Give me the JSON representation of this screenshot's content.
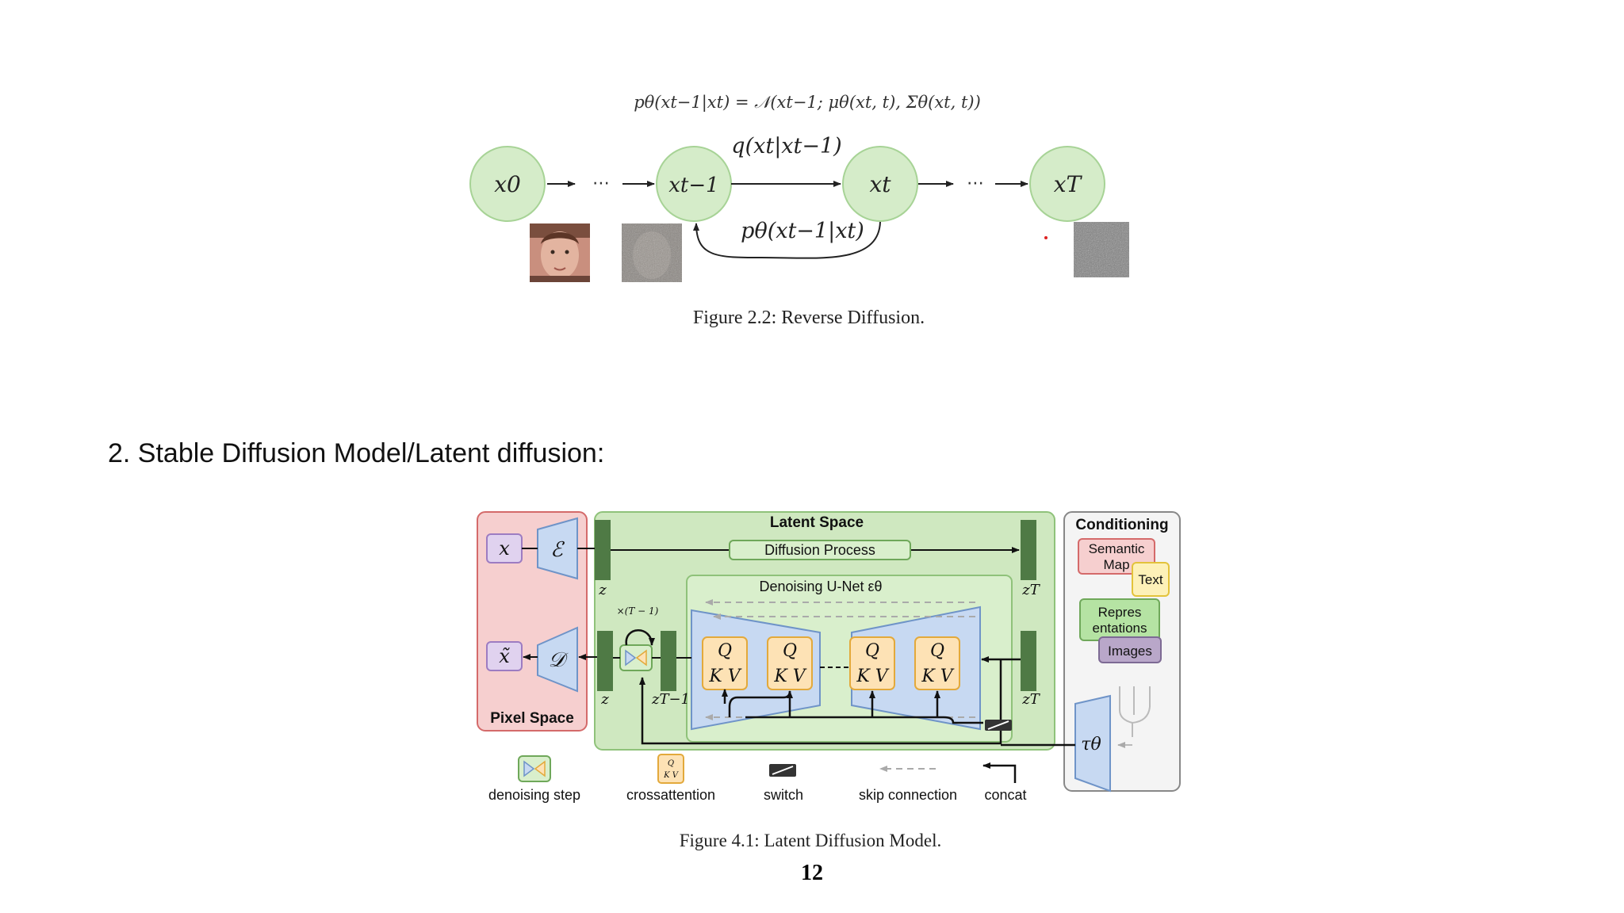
{
  "figure1": {
    "equation": "pθ(xt−1|xt) = 𝒩(xt−1; μθ(xt, t), Σθ(xt, t))",
    "nodes": [
      "x0",
      "xt−1",
      "xt",
      "xT"
    ],
    "ellipsis": "⋯",
    "forward_label": "q(xt|xt−1)",
    "reverse_label": "pθ(xt−1|xt)",
    "caption": "Figure 2.2: Reverse Diffusion."
  },
  "section_heading": "2. Stable Diffusion Model/Latent diffusion:",
  "figure2": {
    "pixel_space": {
      "label": "Pixel Space",
      "input": "x",
      "output": "x̃",
      "encoder": "ℰ",
      "decoder": "𝒟"
    },
    "latent_space": {
      "label": "Latent Space",
      "diffusion_process": "Diffusion Process",
      "unet_label": "Denoising U-Net εθ",
      "z": "z",
      "zT": "zT",
      "zT_minus_1": "zT−1",
      "loop": "×(T − 1)",
      "attn_q": "Q",
      "attn_kv": "K V"
    },
    "conditioning": {
      "label": "Conditioning",
      "items": [
        "Semantic Map",
        "Text",
        "Repres entations",
        "Images"
      ],
      "tau": "τθ"
    },
    "legend": [
      "denoising step",
      "crossattention",
      "switch",
      "skip connection",
      "concat"
    ],
    "caption": "Figure 4.1: Latent Diffusion Model."
  },
  "page_number": "12",
  "colors": {
    "node_fill": "#d5ecc9",
    "node_stroke": "#9fcf8c",
    "pixel_fill": "#f6cfcf",
    "pixel_stroke": "#d46a6a",
    "latent_fill": "#cfe8c0",
    "latent_stroke": "#8fc27a",
    "block_fill": "#4f7a45",
    "trap_fill": "#c7d9f2",
    "trap_stroke": "#6f94c8",
    "attn_fill": "#fde2b5",
    "attn_stroke": "#e3a93b"
  }
}
